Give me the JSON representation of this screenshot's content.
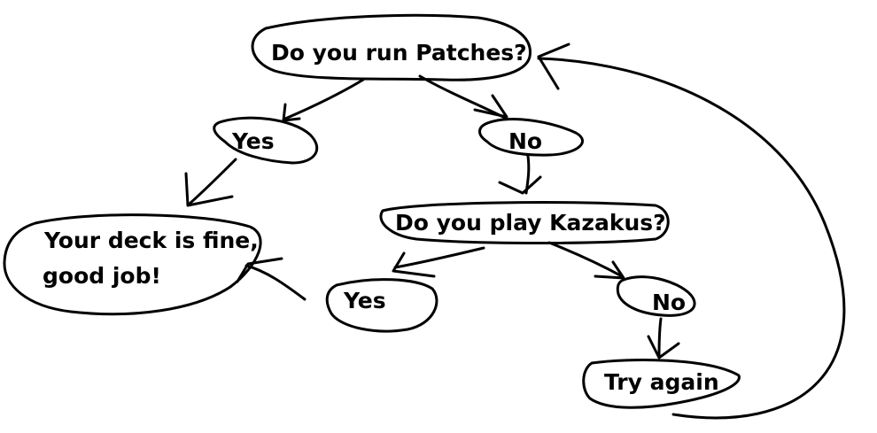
{
  "nodes": {
    "q_patches": "Do you run Patches?",
    "yes_1": "Yes",
    "no_1": "No",
    "result_fine_line1": "Your deck is fine,",
    "result_fine_line2": "good job!",
    "q_kazakus": "Do you play Kazakus?",
    "yes_2": "Yes",
    "no_2": "No",
    "try_again": "Try again"
  },
  "colors": {
    "ink": "#000000",
    "background": "#ffffff"
  }
}
